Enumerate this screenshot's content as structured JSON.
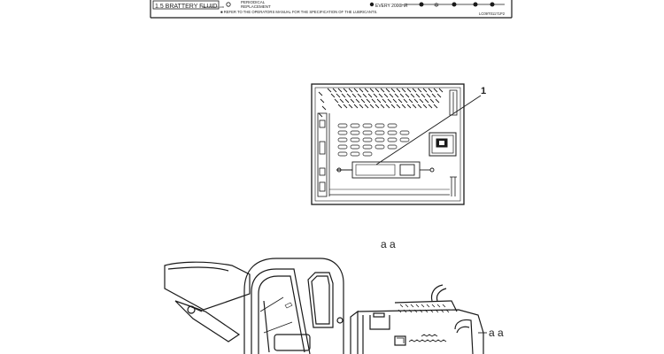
{
  "decal": {
    "row_left": "1.5 BRATTERY FLUID",
    "row_left_small": "BRATTERY FLUID",
    "periodical": "PERIODICAL",
    "replacement": "REPLACEMENT",
    "every": "EVERY 2000HR",
    "note": "REFER TO THE OPERATORS MANUAL FOR THE SPECIFICATION OF THE LUBRICANTS.",
    "part_number": "LC09T01171P2"
  },
  "callouts": {
    "item_1": "1",
    "view_marker_top": "a  a",
    "view_marker_right": "a  a"
  },
  "colors": {
    "line": "#1a1a1a",
    "background": "#ffffff"
  }
}
